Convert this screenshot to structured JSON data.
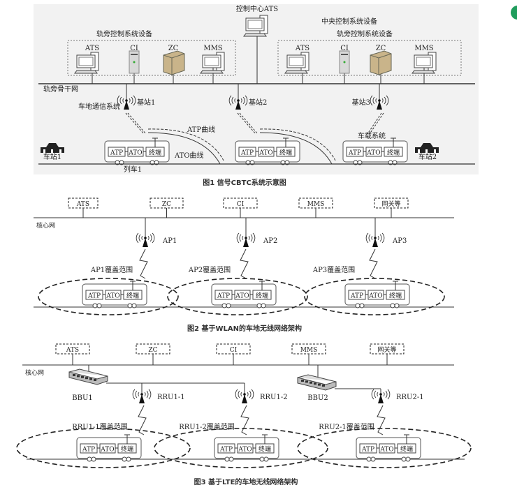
{
  "figure1": {
    "control_center": "控制中心ATS",
    "central_equipment": "中央控制系统设备",
    "wayside_left": "轨旁控制系统设备",
    "wayside_right": "轨旁控制系统设备",
    "devices_left": [
      "ATS",
      "CI",
      "ZC",
      "MMS"
    ],
    "devices_right": [
      "ATS",
      "CI",
      "ZC",
      "MMS"
    ],
    "backbone": "轨旁骨干网",
    "comm_system": "车地通信系统",
    "base_stations": [
      "基站1",
      "基站2",
      "基站3"
    ],
    "atp_curve": "ATP曲线",
    "ato_curve": "ATO曲线",
    "onboard": "车载系统",
    "stations": [
      "车站1",
      "车站2"
    ],
    "train_label": "列车1",
    "caption": "图1    信号CBTC系统示意图"
  },
  "train_modules": [
    "ATP",
    "ATO",
    "终端"
  ],
  "figure2": {
    "servers": [
      "ATS",
      "ZC",
      "CI",
      "MMS",
      "网关等"
    ],
    "core_network": "核心网",
    "aps": [
      "AP1",
      "AP2",
      "AP3"
    ],
    "coverage": [
      "AP1覆盖范围",
      "AP2覆盖范围",
      "AP3覆盖范围"
    ],
    "caption": "图2    基于WLAN的车地无线网络架构"
  },
  "figure3": {
    "servers": [
      "ATS",
      "ZC",
      "CI",
      "MMS",
      "网关等"
    ],
    "core_network": "核心网",
    "bbus": [
      "BBU1",
      "BBU2"
    ],
    "rrus": [
      "RRU1-1",
      "RRU1-2",
      "RRU2-1"
    ],
    "coverage": [
      "RRU1-1覆盖范围",
      "RRU1-2覆盖范围",
      "RRU2-1覆盖范围"
    ],
    "caption": "图3    基于LTE的车地无线网络架构"
  },
  "colors": {
    "figure1_background": "#f2f2f2",
    "line": "#333333",
    "zc_server": "#c9b48a",
    "ci_server": "#d8d8d8",
    "side_badge": "#1f9d5c"
  }
}
